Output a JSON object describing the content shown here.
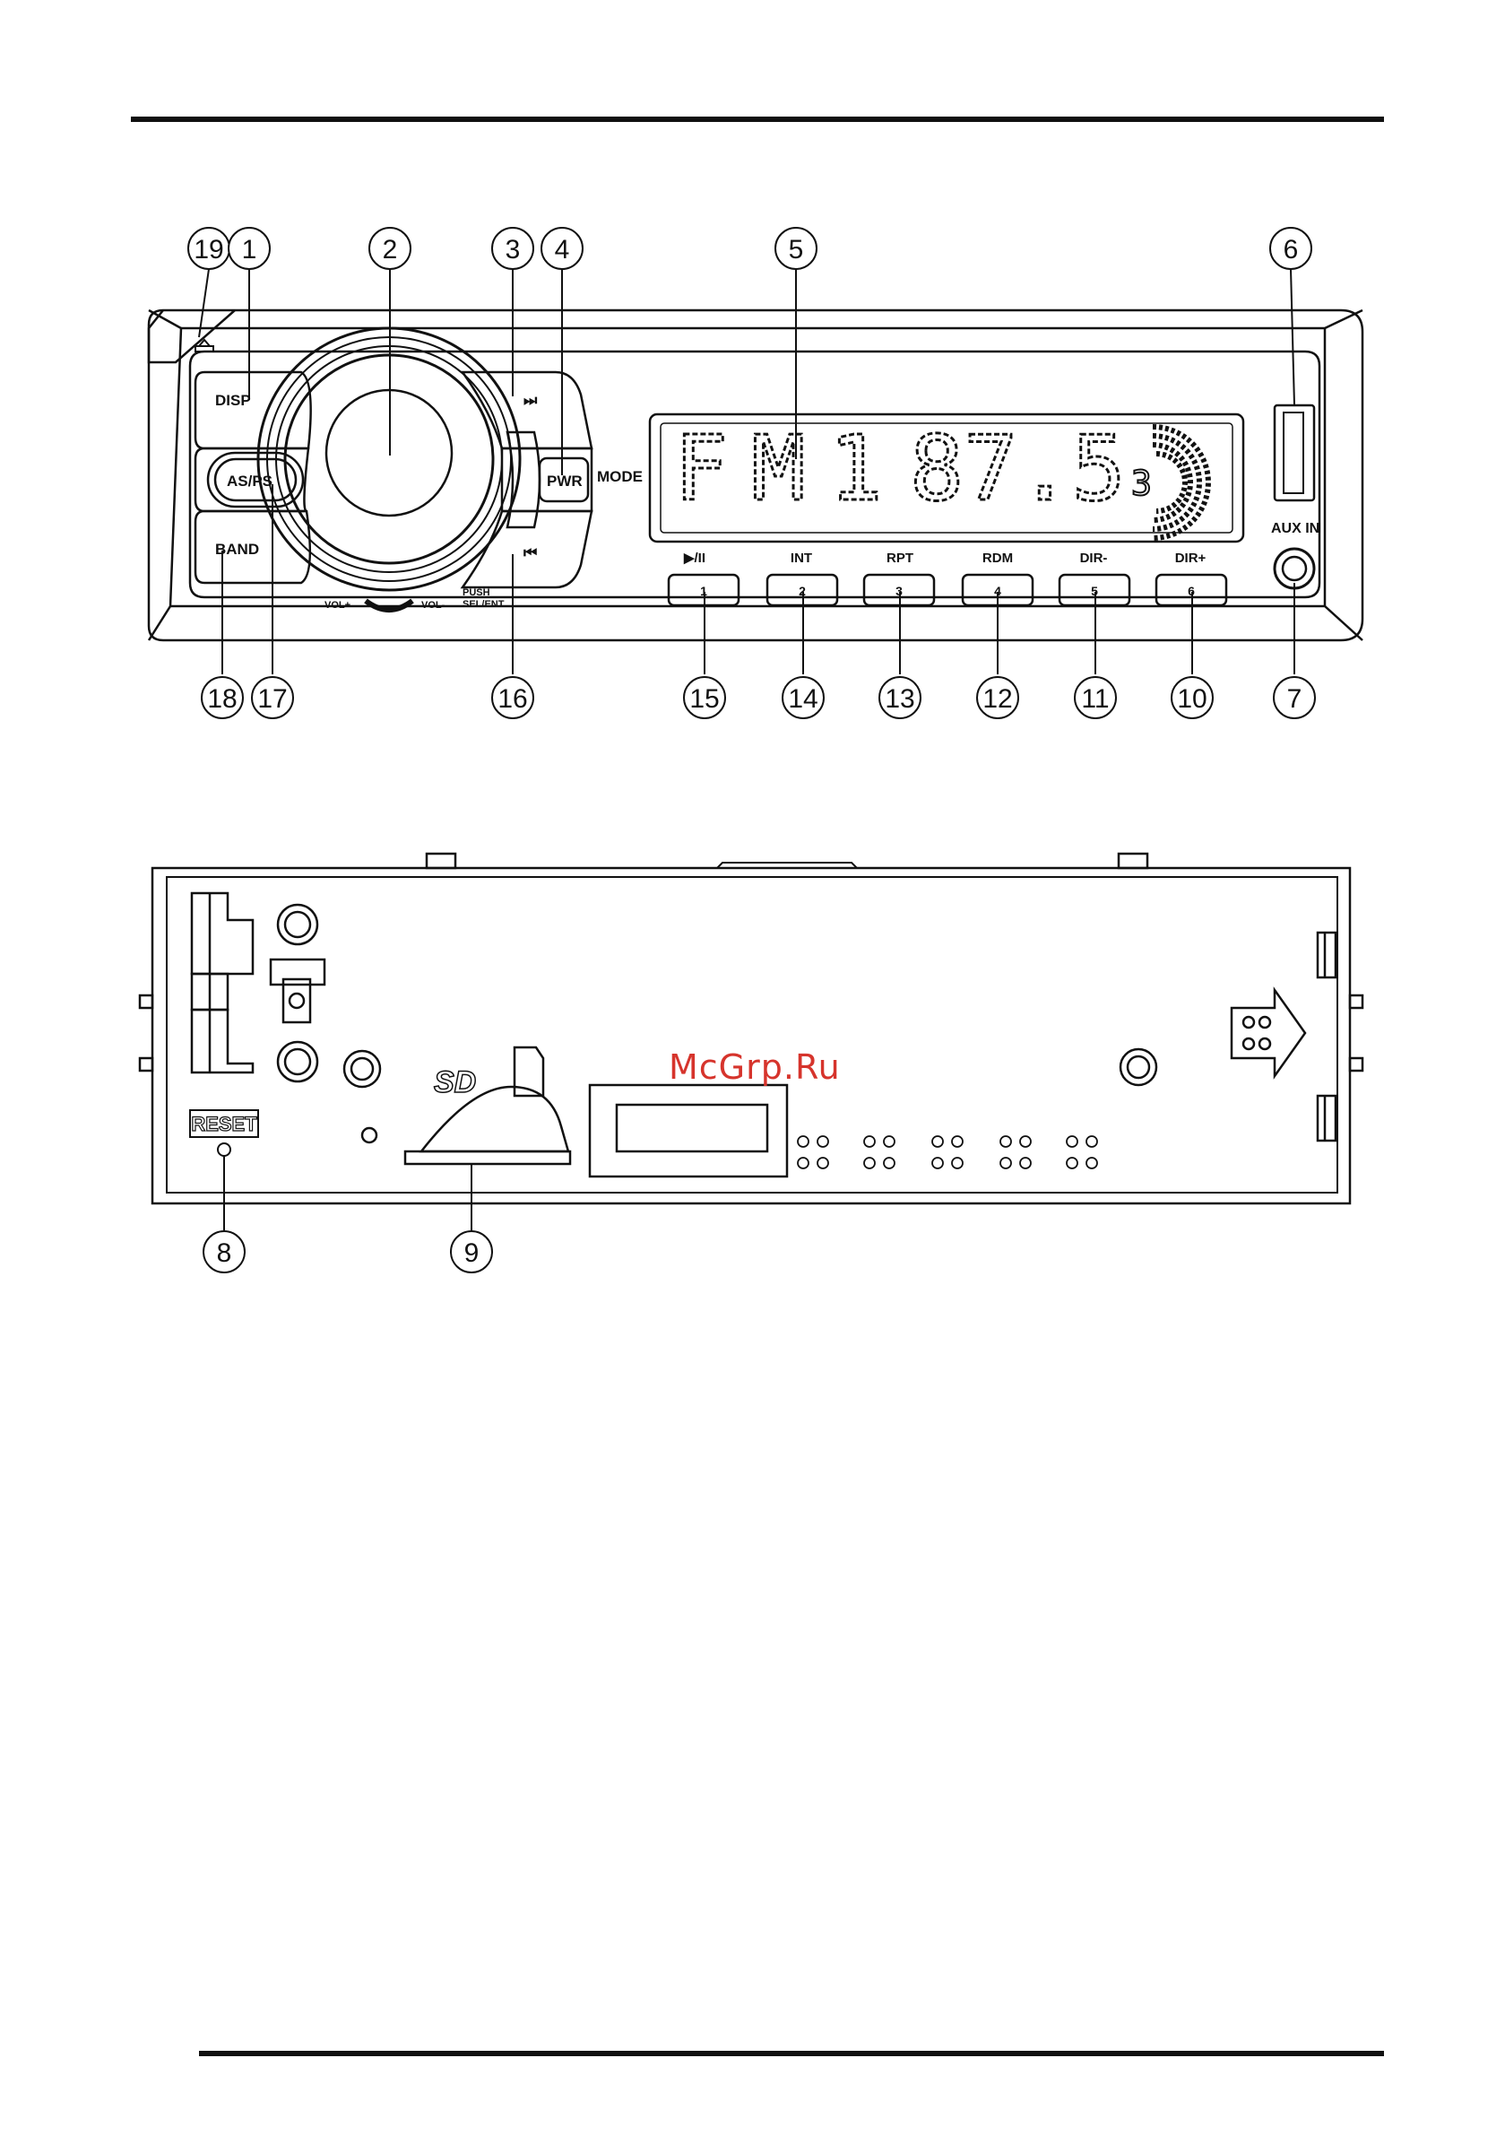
{
  "front_panel": {
    "callouts": [
      "19",
      "1",
      "2",
      "3",
      "4",
      "5",
      "6",
      "18",
      "17",
      "16",
      "15",
      "14",
      "13",
      "12",
      "11",
      "10",
      "7"
    ],
    "buttons": {
      "disp": "DISP",
      "asps": "AS/PS",
      "band": "BAND",
      "pwr": "PWR",
      "mode": "MODE",
      "next": "⏭",
      "prev": "⏮"
    },
    "knob_labels": {
      "vol_plus": "VOL+",
      "vol_minus": "VOL-",
      "push": "PUSH",
      "sel_ent": "SEL/ENT"
    },
    "display": {
      "band": "FM1",
      "frequency": "87.5",
      "preset": "3"
    },
    "aux_label": "AUX IN",
    "presets": [
      {
        "func": "▶/II",
        "num": "1"
      },
      {
        "func": "INT",
        "num": "2"
      },
      {
        "func": "RPT",
        "num": "3"
      },
      {
        "func": "RDM",
        "num": "4"
      },
      {
        "func": "DIR-",
        "num": "5"
      },
      {
        "func": "DIR+",
        "num": "6"
      }
    ]
  },
  "rear_panel": {
    "callouts": [
      "8",
      "9"
    ],
    "reset_label": "RESET",
    "sd_logo": "SD"
  },
  "watermark": "McGrp.Ru"
}
